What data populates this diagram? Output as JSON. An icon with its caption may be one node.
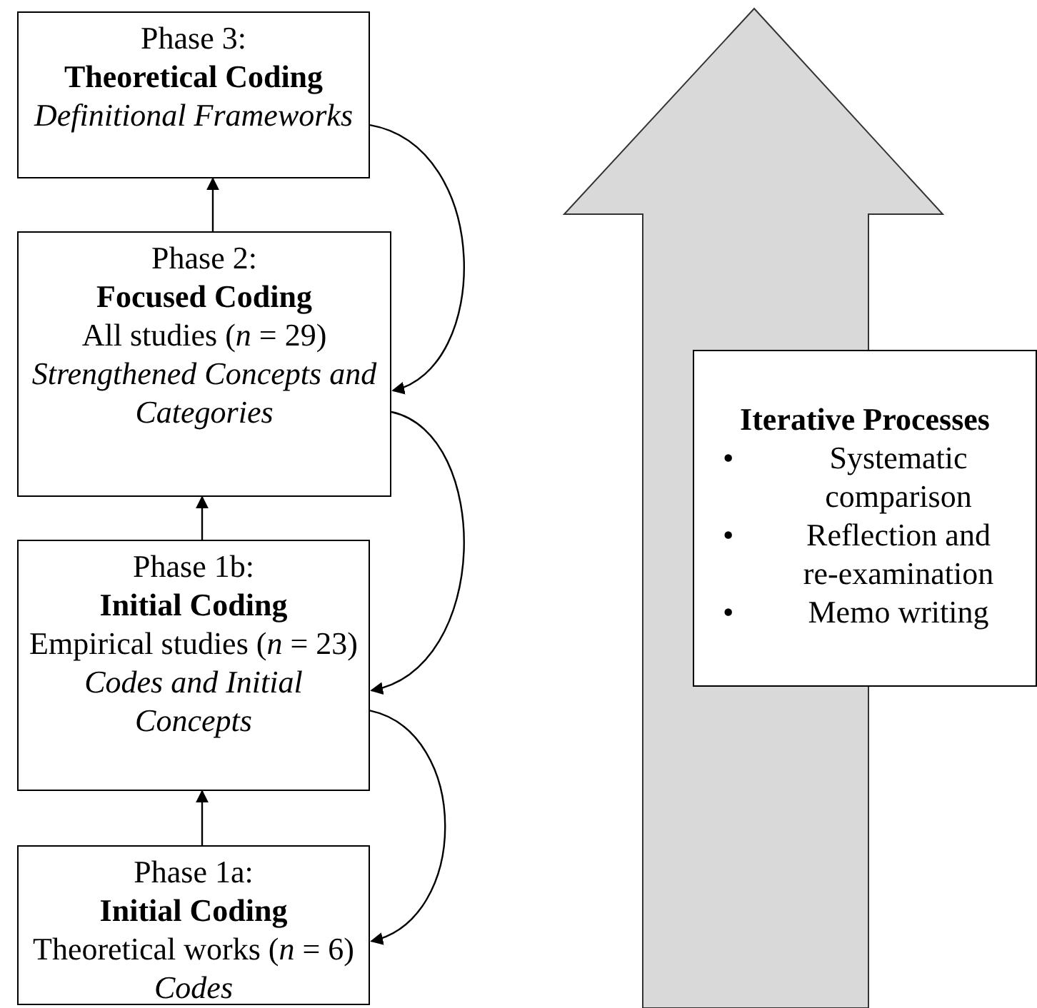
{
  "diagram": {
    "nodes": [
      {
        "text": [
          "Phase 3:",
          "Theoretical Coding",
          "Definitional Frameworks"
        ]
      },
      {
        "text": [
          "Phase 2:",
          "Focused Coding",
          "All studies (*n* = 29)",
          "Strengthened Concepts and Categories"
        ]
      },
      {
        "text": [
          "Phase 1b:",
          "Initial Coding",
          "Empirical studies (*n* = 23)",
          "Codes and Initial Concepts"
        ]
      },
      {
        "text": [
          "Phase 1a:",
          "Initial Coding",
          "Theoretical works (*n* = 6)",
          "Codes"
        ]
      },
      {
        "text": [
          "Iterative Processes",
          "Systematic comparison",
          "Reflection and re-examination",
          "Memo writing"
        ]
      }
    ],
    "edges": [
      {
        "from": 3,
        "to": 2,
        "arrow": "to"
      },
      {
        "from": 2,
        "to": 1,
        "arrow": "to"
      },
      {
        "from": 1,
        "to": 0,
        "arrow": "to"
      },
      {
        "from": 0,
        "to": 1,
        "arrow": "to"
      },
      {
        "from": 1,
        "to": 2,
        "arrow": "to"
      },
      {
        "from": 2,
        "to": 3,
        "arrow": "to"
      }
    ],
    "labels": [
      "•",
      "•",
      "•"
    ]
  }
}
